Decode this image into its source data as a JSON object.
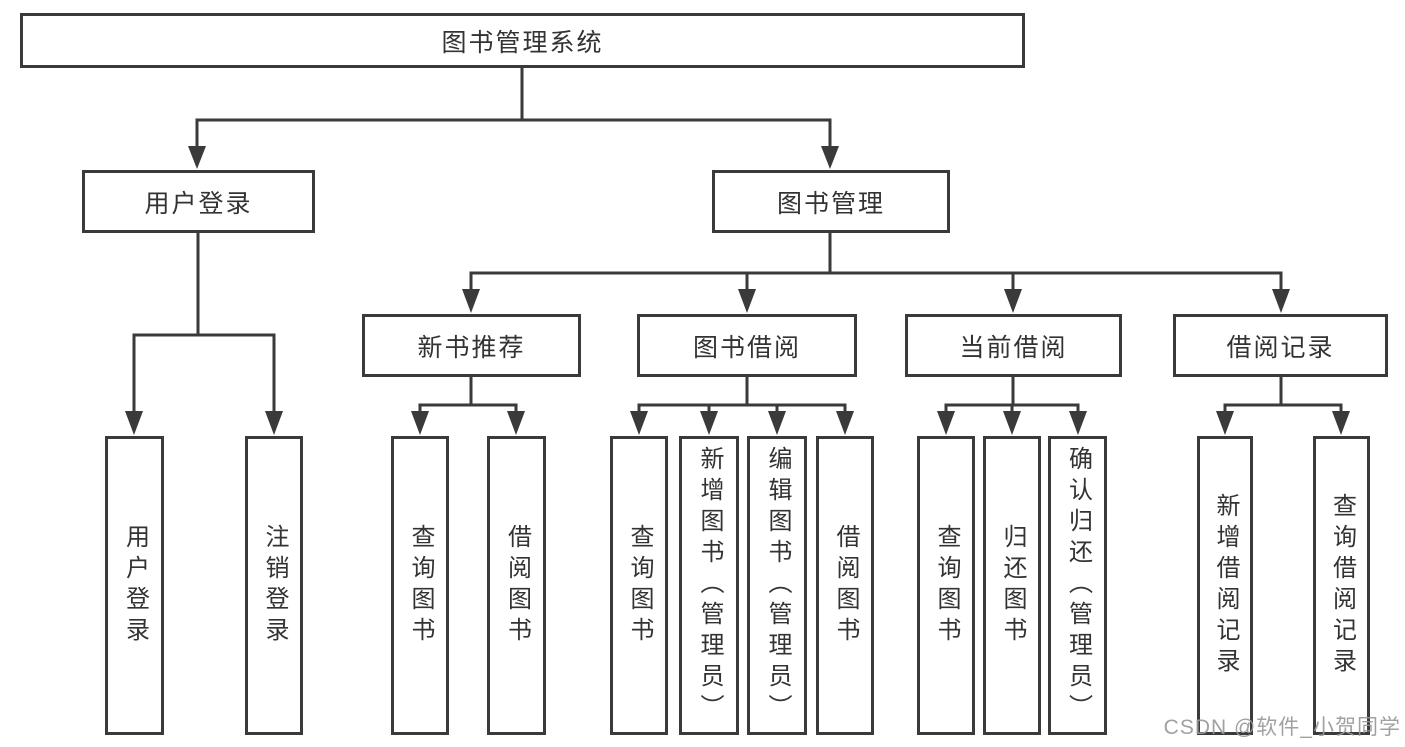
{
  "diagram": {
    "root": {
      "label": "图书管理系统"
    },
    "level2": [
      {
        "label": "用户登录"
      },
      {
        "label": "图书管理"
      }
    ],
    "level3": [
      {
        "label": "新书推荐"
      },
      {
        "label": "图书借阅"
      },
      {
        "label": "当前借阅"
      },
      {
        "label": "借阅记录"
      }
    ],
    "leaves": [
      {
        "label": "用户登录"
      },
      {
        "label": "注销登录"
      },
      {
        "label": "查询图书"
      },
      {
        "label": "借阅图书"
      },
      {
        "label": "查询图书"
      },
      {
        "label": "新增图书（管理员）"
      },
      {
        "label": "编辑图书（管理员）"
      },
      {
        "label": "借阅图书"
      },
      {
        "label": "查询图书"
      },
      {
        "label": "归还图书"
      },
      {
        "label": "确认归还（管理员）"
      },
      {
        "label": "新增借阅记录"
      },
      {
        "label": "查询借阅记录"
      }
    ]
  },
  "watermark": {
    "text": "CSDN @软件_小贺同学"
  },
  "colors": {
    "line": "#3a3a3a",
    "text": "#333333",
    "watermark": "#999999",
    "background": "#ffffff"
  }
}
